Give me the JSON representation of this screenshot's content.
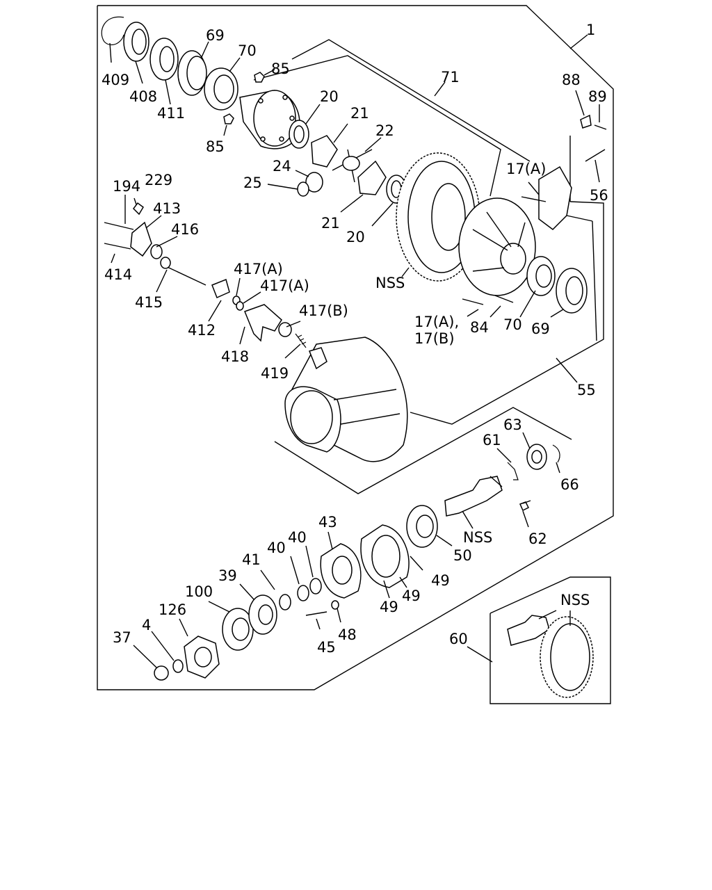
{
  "parts": {
    "p1": "1",
    "p409": "409",
    "p408": "408",
    "p411": "411",
    "p69a": "69",
    "p70a": "70",
    "p85a": "85",
    "p85b": "85",
    "p71": "71",
    "p20a": "20",
    "p21a": "21",
    "p22": "22",
    "p24": "24",
    "p25": "25",
    "p21b": "21",
    "p20b": "20",
    "p88": "88",
    "p89": "89",
    "p17a": "17(A)",
    "p56": "56",
    "p194": "194",
    "p229": "229",
    "p413": "413",
    "p416": "416",
    "p414": "414",
    "p415": "415",
    "pNSS1": "NSS",
    "p417a1": "417(A)",
    "p417a2": "417(A)",
    "p417b": "417(B)",
    "p412": "412",
    "p418": "418",
    "p419": "419",
    "p17ab1": "17(A),",
    "p17ab2": "17(B)",
    "p84": "84",
    "p70b": "70",
    "p69b": "69",
    "p55": "55",
    "p63": "63",
    "p61": "61",
    "p66": "66",
    "p43": "43",
    "p40a": "40",
    "p40b": "40",
    "p41": "41",
    "p39": "39",
    "p100": "100",
    "pNSS2": "NSS",
    "p50": "50",
    "p62": "62",
    "p49a": "49",
    "p49b": "49",
    "p49c": "49",
    "p126": "126",
    "p4": "4",
    "p37": "37",
    "p45": "45",
    "p48": "48",
    "p60": "60",
    "pNSS3": "NSS"
  },
  "colors": {
    "line": "#000000",
    "background": "#ffffff"
  }
}
